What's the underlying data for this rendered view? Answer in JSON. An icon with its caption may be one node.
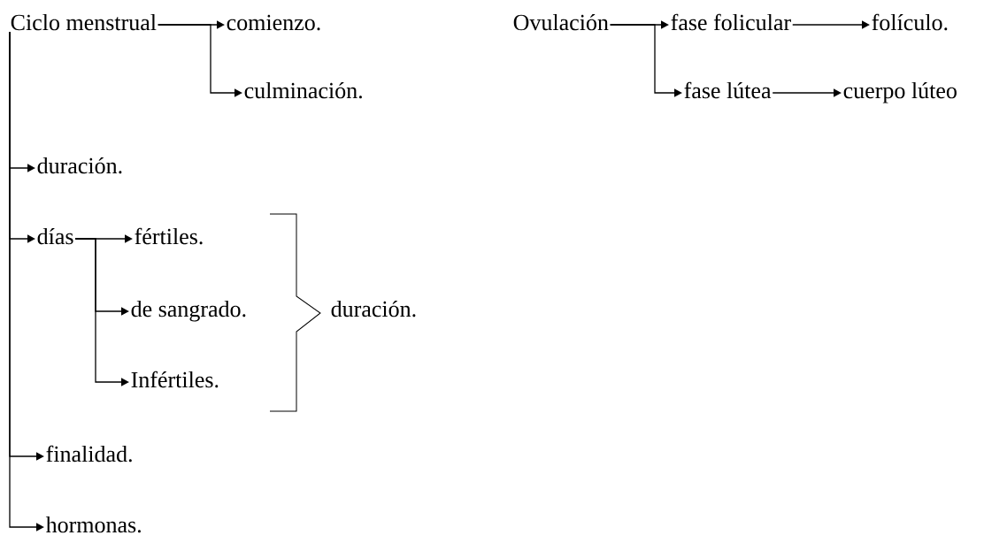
{
  "diagram": {
    "nodes": [
      {
        "text": [
          "Ciclo menstrual"
        ]
      },
      {
        "text": [
          "comienzo."
        ]
      },
      {
        "text": [
          "culminación."
        ]
      },
      {
        "text": [
          "duración."
        ]
      },
      {
        "text": [
          "días"
        ]
      },
      {
        "text": [
          "fértiles."
        ]
      },
      {
        "text": [
          "de sangrado."
        ]
      },
      {
        "text": [
          "Infértiles."
        ]
      },
      {
        "text": [
          "finalidad."
        ]
      },
      {
        "text": [
          "hormonas."
        ]
      },
      {
        "text": [
          "Ovulación"
        ]
      },
      {
        "text": [
          "fase folicular"
        ]
      },
      {
        "text": [
          "folículo."
        ]
      },
      {
        "text": [
          "fase lútea"
        ]
      },
      {
        "text": [
          "cuerpo lúteo"
        ]
      }
    ],
    "edges": [
      {
        "from": 0,
        "to": 1,
        "arrow": "to"
      },
      {
        "from": 0,
        "to": 2,
        "arrow": "to"
      },
      {
        "from": 0,
        "to": 3,
        "arrow": "to"
      },
      {
        "from": 0,
        "to": 4,
        "arrow": "to"
      },
      {
        "from": 0,
        "to": 8,
        "arrow": "to"
      },
      {
        "from": 0,
        "to": 9,
        "arrow": "to"
      },
      {
        "from": 4,
        "to": 5,
        "arrow": "to"
      },
      {
        "from": 4,
        "to": 6,
        "arrow": "to"
      },
      {
        "from": 4,
        "to": 7,
        "arrow": "to"
      },
      {
        "from": 10,
        "to": 11,
        "arrow": "to"
      },
      {
        "from": 10,
        "to": 13,
        "arrow": "to"
      },
      {
        "from": 11,
        "to": 12,
        "arrow": "to"
      },
      {
        "from": 13,
        "to": 14,
        "arrow": "to"
      }
    ],
    "labels": [
      "duración."
    ]
  }
}
